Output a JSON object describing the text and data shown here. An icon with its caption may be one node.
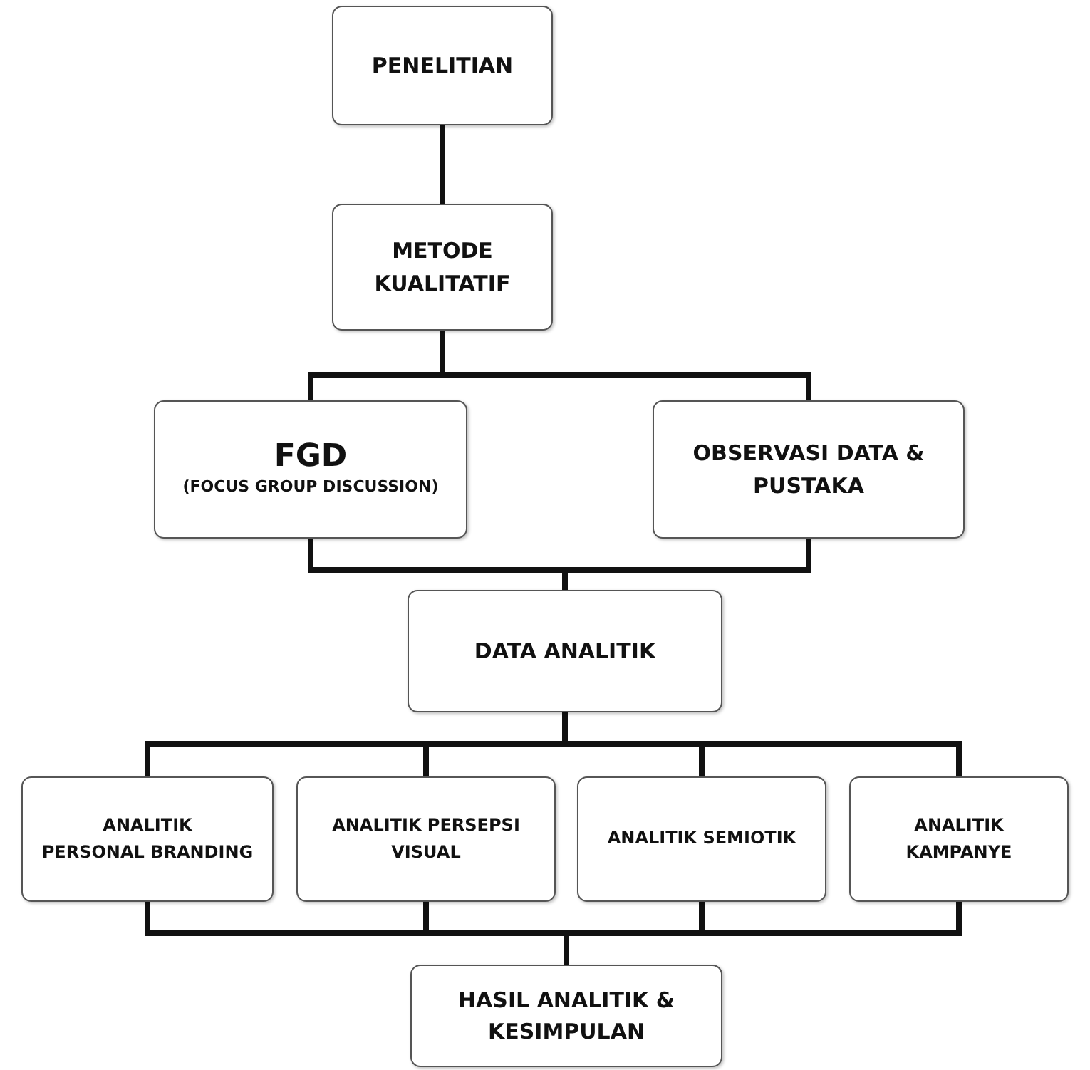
{
  "diagram": {
    "nodes": [
      {
        "text": [
          "PENELITIAN"
        ]
      },
      {
        "text": [
          "METODE KUALITATIF"
        ]
      },
      {
        "text": [
          "FGD",
          "(FOCUS GROUP DISCUSSION)"
        ]
      },
      {
        "text": [
          "OBSERVASI DATA & PUSTAKA"
        ]
      },
      {
        "text": [
          "DATA ANALITIK"
        ]
      },
      {
        "text": [
          "ANALITIK",
          "PERSONAL BRANDING"
        ]
      },
      {
        "text": [
          "ANALITIK PERSEPSI VISUAL"
        ]
      },
      {
        "text": [
          "ANALITIK SEMIOTIK"
        ]
      },
      {
        "text": [
          "ANALITIK KAMPANYE"
        ]
      },
      {
        "text": [
          "HASIL ANALITIK & KESIMPULAN"
        ]
      }
    ],
    "edges": [
      {
        "from": 0,
        "to": 1,
        "arrow": "none"
      },
      {
        "from": 1,
        "to": 2,
        "arrow": "none"
      },
      {
        "from": 1,
        "to": 3,
        "arrow": "none"
      },
      {
        "from": 2,
        "to": 4,
        "arrow": "none"
      },
      {
        "from": 3,
        "to": 4,
        "arrow": "none"
      },
      {
        "from": 4,
        "to": 5,
        "arrow": "none"
      },
      {
        "from": 4,
        "to": 6,
        "arrow": "none"
      },
      {
        "from": 4,
        "to": 7,
        "arrow": "none"
      },
      {
        "from": 4,
        "to": 8,
        "arrow": "none"
      },
      {
        "from": 5,
        "to": 9,
        "arrow": "none"
      },
      {
        "from": 6,
        "to": 9,
        "arrow": "none"
      },
      {
        "from": 7,
        "to": 9,
        "arrow": "none"
      },
      {
        "from": 8,
        "to": 9,
        "arrow": "none"
      }
    ]
  }
}
